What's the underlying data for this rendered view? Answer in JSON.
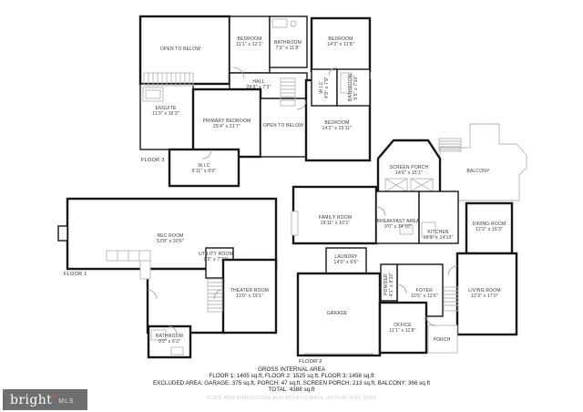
{
  "colors": {
    "wall": "#161616",
    "light_detail": "#b5b5b5",
    "label_text": "#3a3a3a",
    "disclaimer_text": "#cfcfcf",
    "logo_bg": "#6e6f71",
    "logo_dot": "#e0592a"
  },
  "floor3": {
    "label": "FLOOR 3",
    "rooms": [
      {
        "name": "OPEN TO BELOW",
        "dims": ""
      },
      {
        "name": "BEDROOM",
        "dims": "11'1\" x 12'1\""
      },
      {
        "name": "BATHROOM",
        "dims": "7'3\" x 11'8\""
      },
      {
        "name": "BEDROOM",
        "dims": "14'3\" x 11'8\""
      },
      {
        "name": "HALL",
        "dims": "29'9\" x 7'3\""
      },
      {
        "name": "ENSUITE",
        "dims": "11'3\" x 16'3\""
      },
      {
        "name": "PRIMARY BEDROOM",
        "dims": "25'4\" x 21'7\""
      },
      {
        "name": "OPEN TO BELOW",
        "dims": ""
      },
      {
        "name": "W.I.C",
        "dims": "4'9\" x 7'9\""
      },
      {
        "name": "BATHROOM",
        "dims": "5'5\" x 7'10\""
      },
      {
        "name": "BEDROOM",
        "dims": "14'2\" x 15'11\""
      },
      {
        "name": "W.I.C",
        "dims": "9'11\" x 8'6\""
      }
    ]
  },
  "floor1": {
    "label": "FLOOR 1",
    "rooms": [
      {
        "name": "REC ROOM",
        "dims": "53'8\" x 30'6\""
      },
      {
        "name": "UTILITY ROOM",
        "dims": "9'9\" x 7'10\""
      },
      {
        "name": "THEATER ROOM",
        "dims": "13'0\" x 19'1\""
      },
      {
        "name": "BATHROOM",
        "dims": "9'2\" x 6'3\""
      }
    ]
  },
  "floor2": {
    "label": "FLOOR 2",
    "rooms": [
      {
        "name": "SCREEN PORCH",
        "dims": "14'6\" x 15'1\""
      },
      {
        "name": "BALCONY",
        "dims": ""
      },
      {
        "name": "FAMILY ROOM",
        "dims": "19'11\" x 16'1\""
      },
      {
        "name": "BREAKFAST AREA",
        "dims": "9'0\" x 14'10\""
      },
      {
        "name": "KITCHEN",
        "dims": "10'9\" x 14'10\""
      },
      {
        "name": "DINING ROOM",
        "dims": "12'2\" x 15'3\""
      },
      {
        "name": "LAUNDRY",
        "dims": "14'0\" x 6'6\""
      },
      {
        "name": "POWDER",
        "dims": "4'1\" x 8'10\""
      },
      {
        "name": "FOYER",
        "dims": "10'5\" x 12'6\""
      },
      {
        "name": "LIVING ROOM",
        "dims": "12'3\" x 17'0\""
      },
      {
        "name": "GARAGE",
        "dims": ""
      },
      {
        "name": "OFFICE",
        "dims": "11'1\" x 11'8\""
      },
      {
        "name": "PORCH",
        "dims": ""
      }
    ]
  },
  "footer": {
    "title": "GROSS INTERNAL AREA",
    "line1": "FLOOR 1: 1405 sq.ft, FLOOR 2: 1525 sq.ft, FLOOR 3: 1458 sq.ft",
    "line2": "EXCLUDED AREA: GARAGE: 375 sq.ft, PORCH: 47 sq.ft, SCREEN PORCH: 213 sq.ft, BALCONY: 366 sq.ft",
    "line3": "TOTAL: 4388 sq.ft",
    "disclaimer": "SIZES AND DIMENSIONS ARE APPROXIMATE, ACTUAL MAY VARY"
  },
  "logo": {
    "brand": "bright",
    "suffix": "MLS"
  }
}
